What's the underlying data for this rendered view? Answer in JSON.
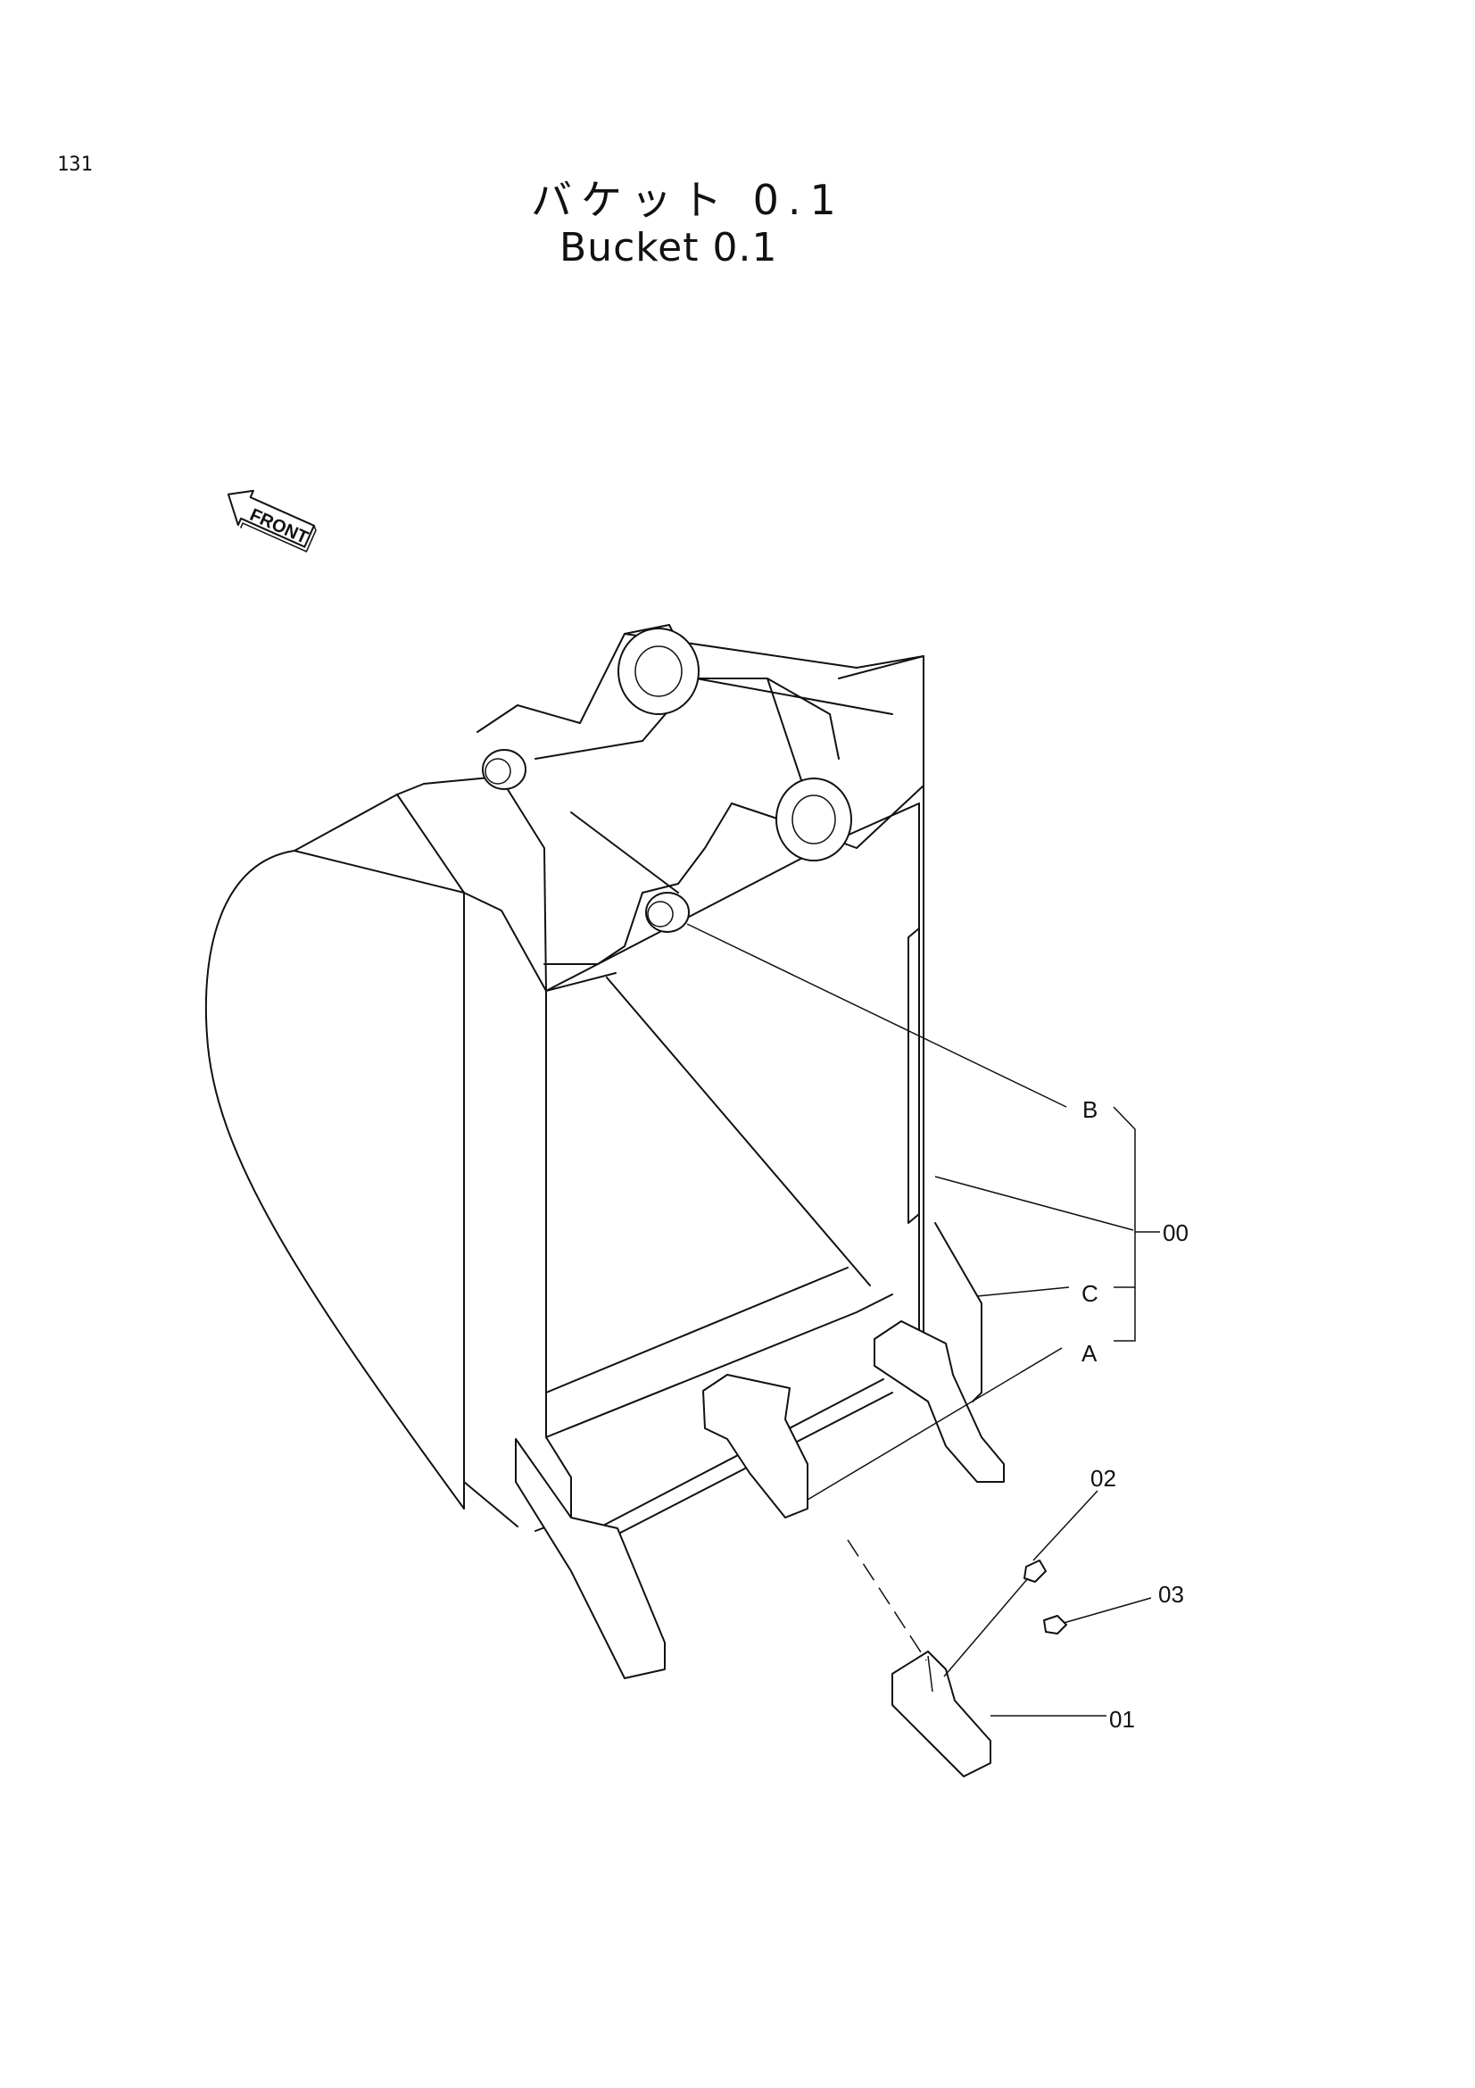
{
  "page_number": "131",
  "title_jp": "バケット 0.1",
  "title_en": "Bucket 0.1",
  "front_label": "FRONT",
  "callouts": {
    "b": "B",
    "c": "C",
    "a": "A",
    "p00": "00",
    "p01": "01",
    "p02": "02",
    "p03": "03"
  }
}
